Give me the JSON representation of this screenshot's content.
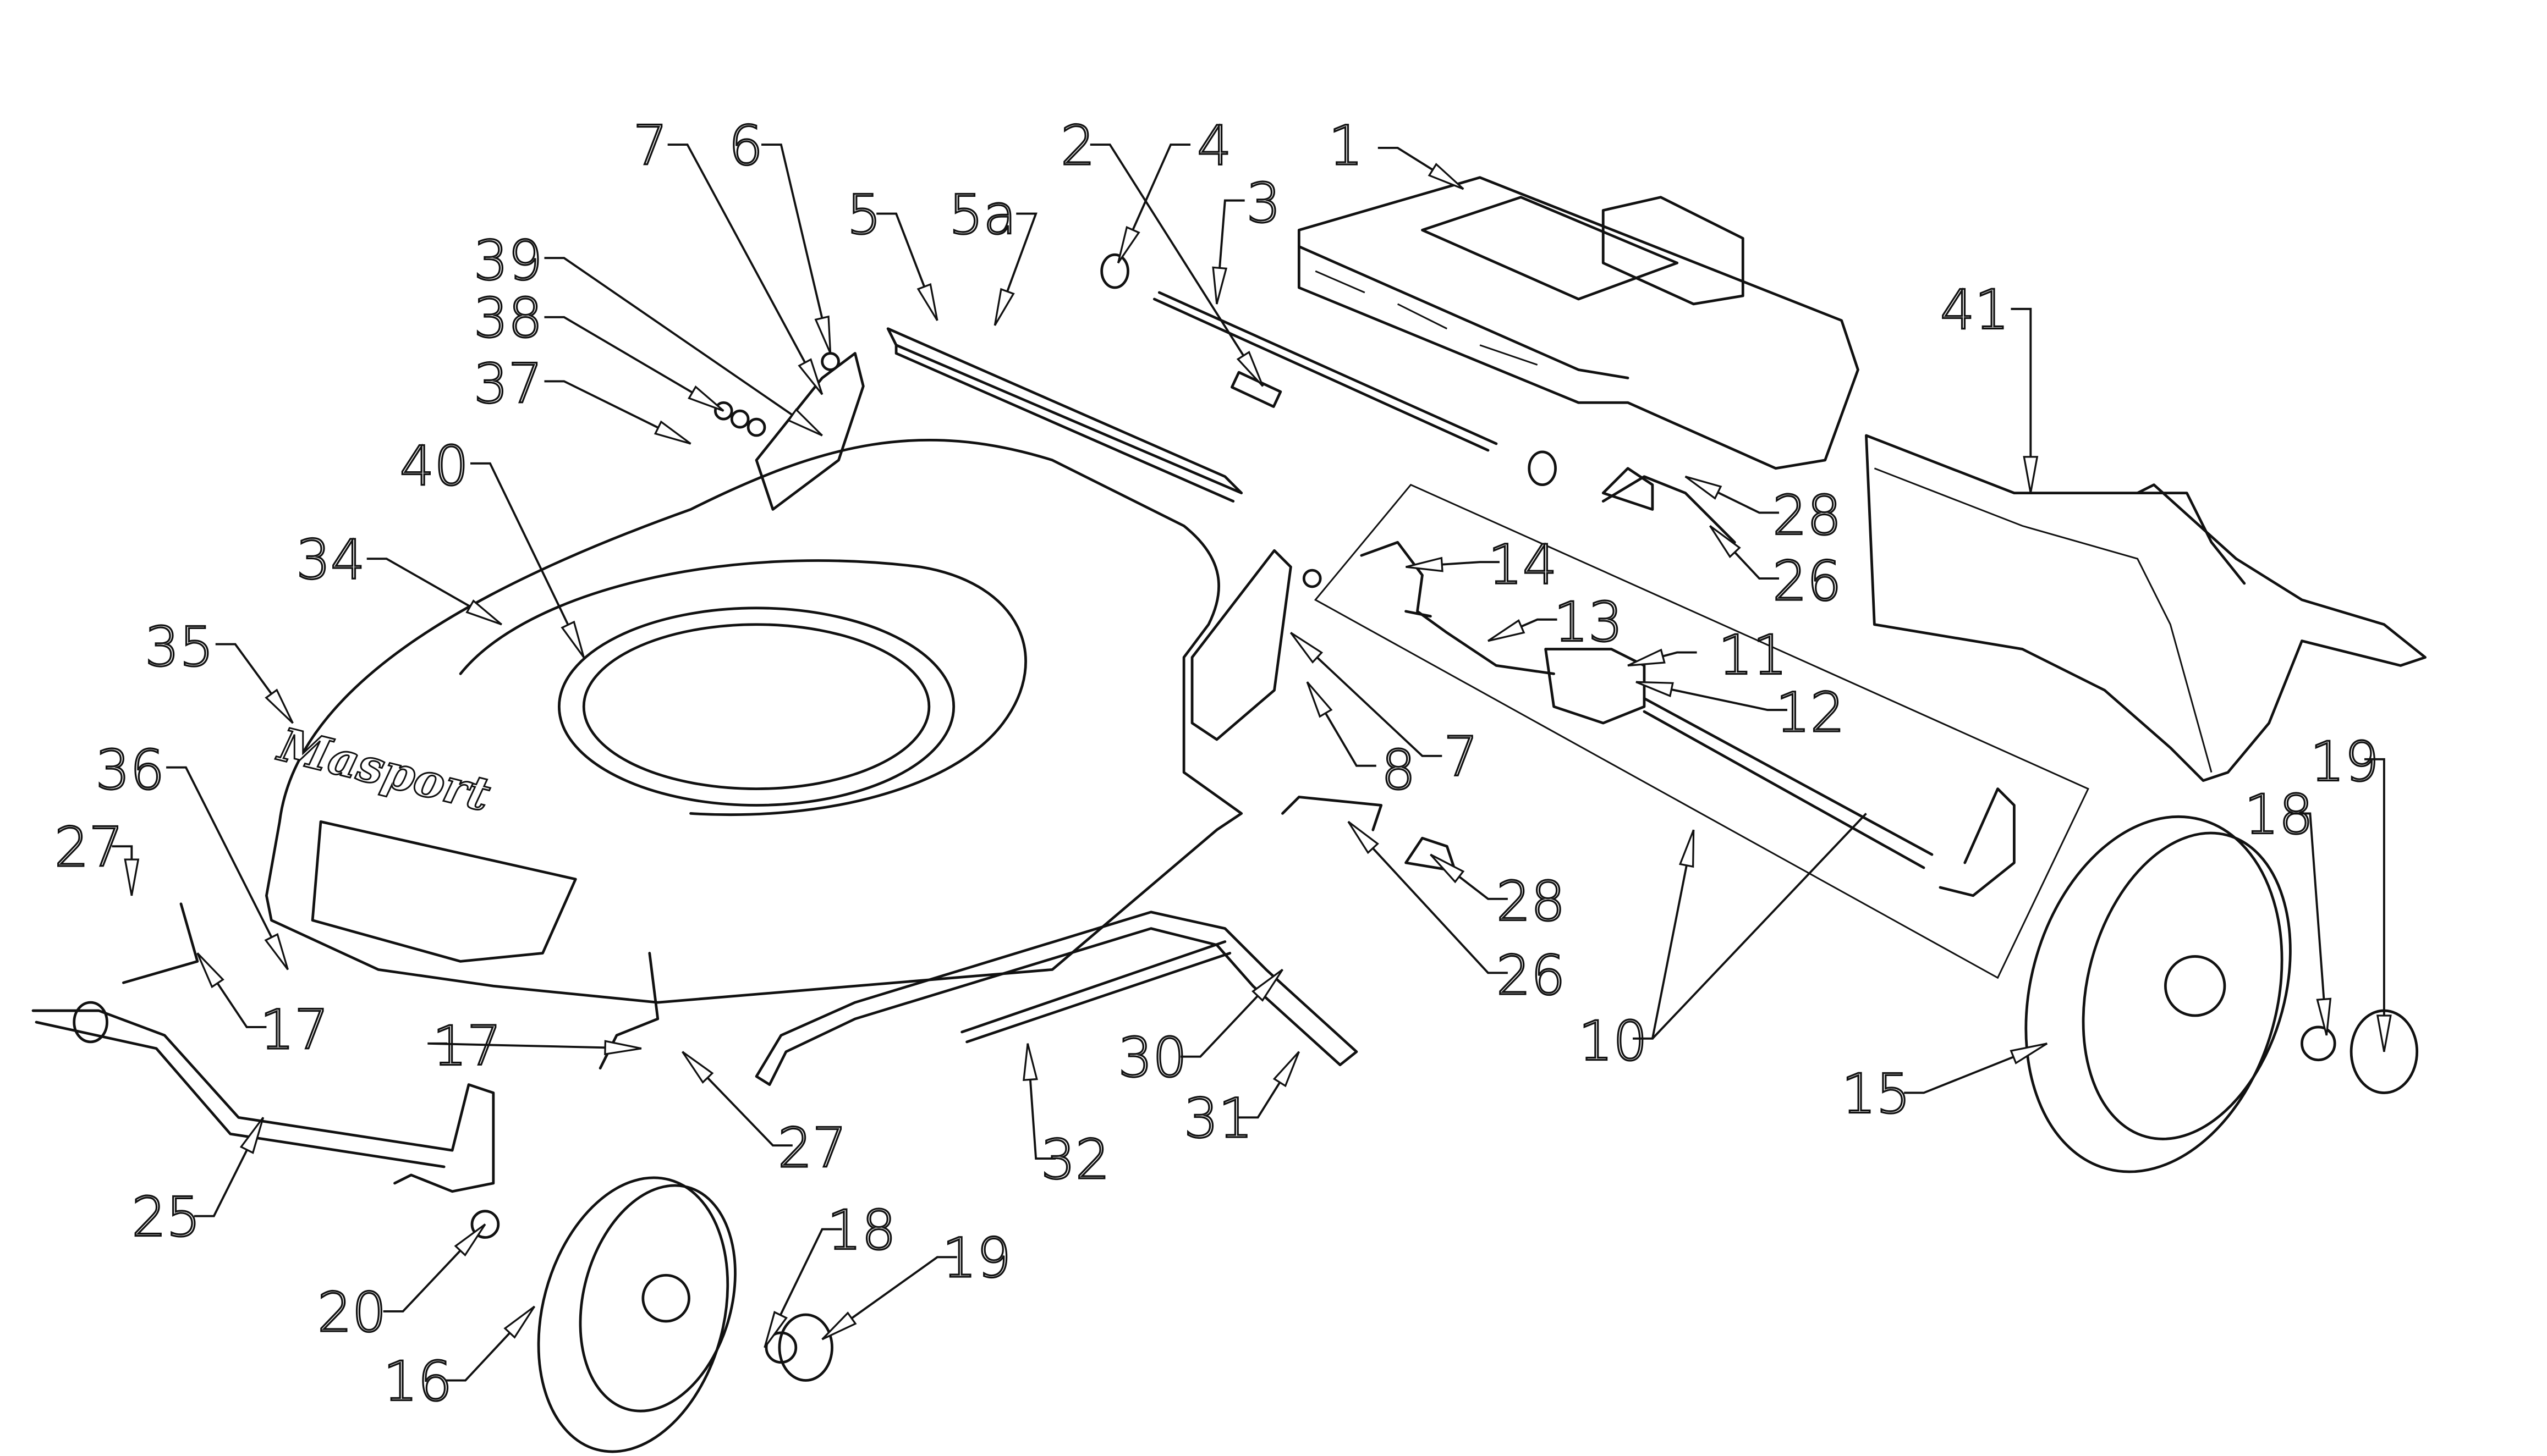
{
  "diagram": {
    "type": "exploded parts diagram",
    "brand_logo_text": "Masport",
    "callouts": [
      {
        "label": "1"
      },
      {
        "label": "2"
      },
      {
        "label": "4"
      },
      {
        "label": "3"
      },
      {
        "label": "5"
      },
      {
        "label": "5a"
      },
      {
        "label": "7"
      },
      {
        "label": "6"
      },
      {
        "label": "39"
      },
      {
        "label": "38"
      },
      {
        "label": "37"
      },
      {
        "label": "40"
      },
      {
        "label": "34"
      },
      {
        "label": "35"
      },
      {
        "label": "36"
      },
      {
        "label": "27"
      },
      {
        "label": "17"
      },
      {
        "label": "17"
      },
      {
        "label": "27"
      },
      {
        "label": "25"
      },
      {
        "label": "20"
      },
      {
        "label": "16"
      },
      {
        "label": "18"
      },
      {
        "label": "19"
      },
      {
        "label": "32"
      },
      {
        "label": "31"
      },
      {
        "label": "30"
      },
      {
        "label": "26"
      },
      {
        "label": "28"
      },
      {
        "label": "8"
      },
      {
        "label": "7"
      },
      {
        "label": "14"
      },
      {
        "label": "13"
      },
      {
        "label": "11"
      },
      {
        "label": "12"
      },
      {
        "label": "10"
      },
      {
        "label": "28"
      },
      {
        "label": "26"
      },
      {
        "label": "41"
      },
      {
        "label": "19"
      },
      {
        "label": "18"
      },
      {
        "label": "15"
      }
    ]
  }
}
